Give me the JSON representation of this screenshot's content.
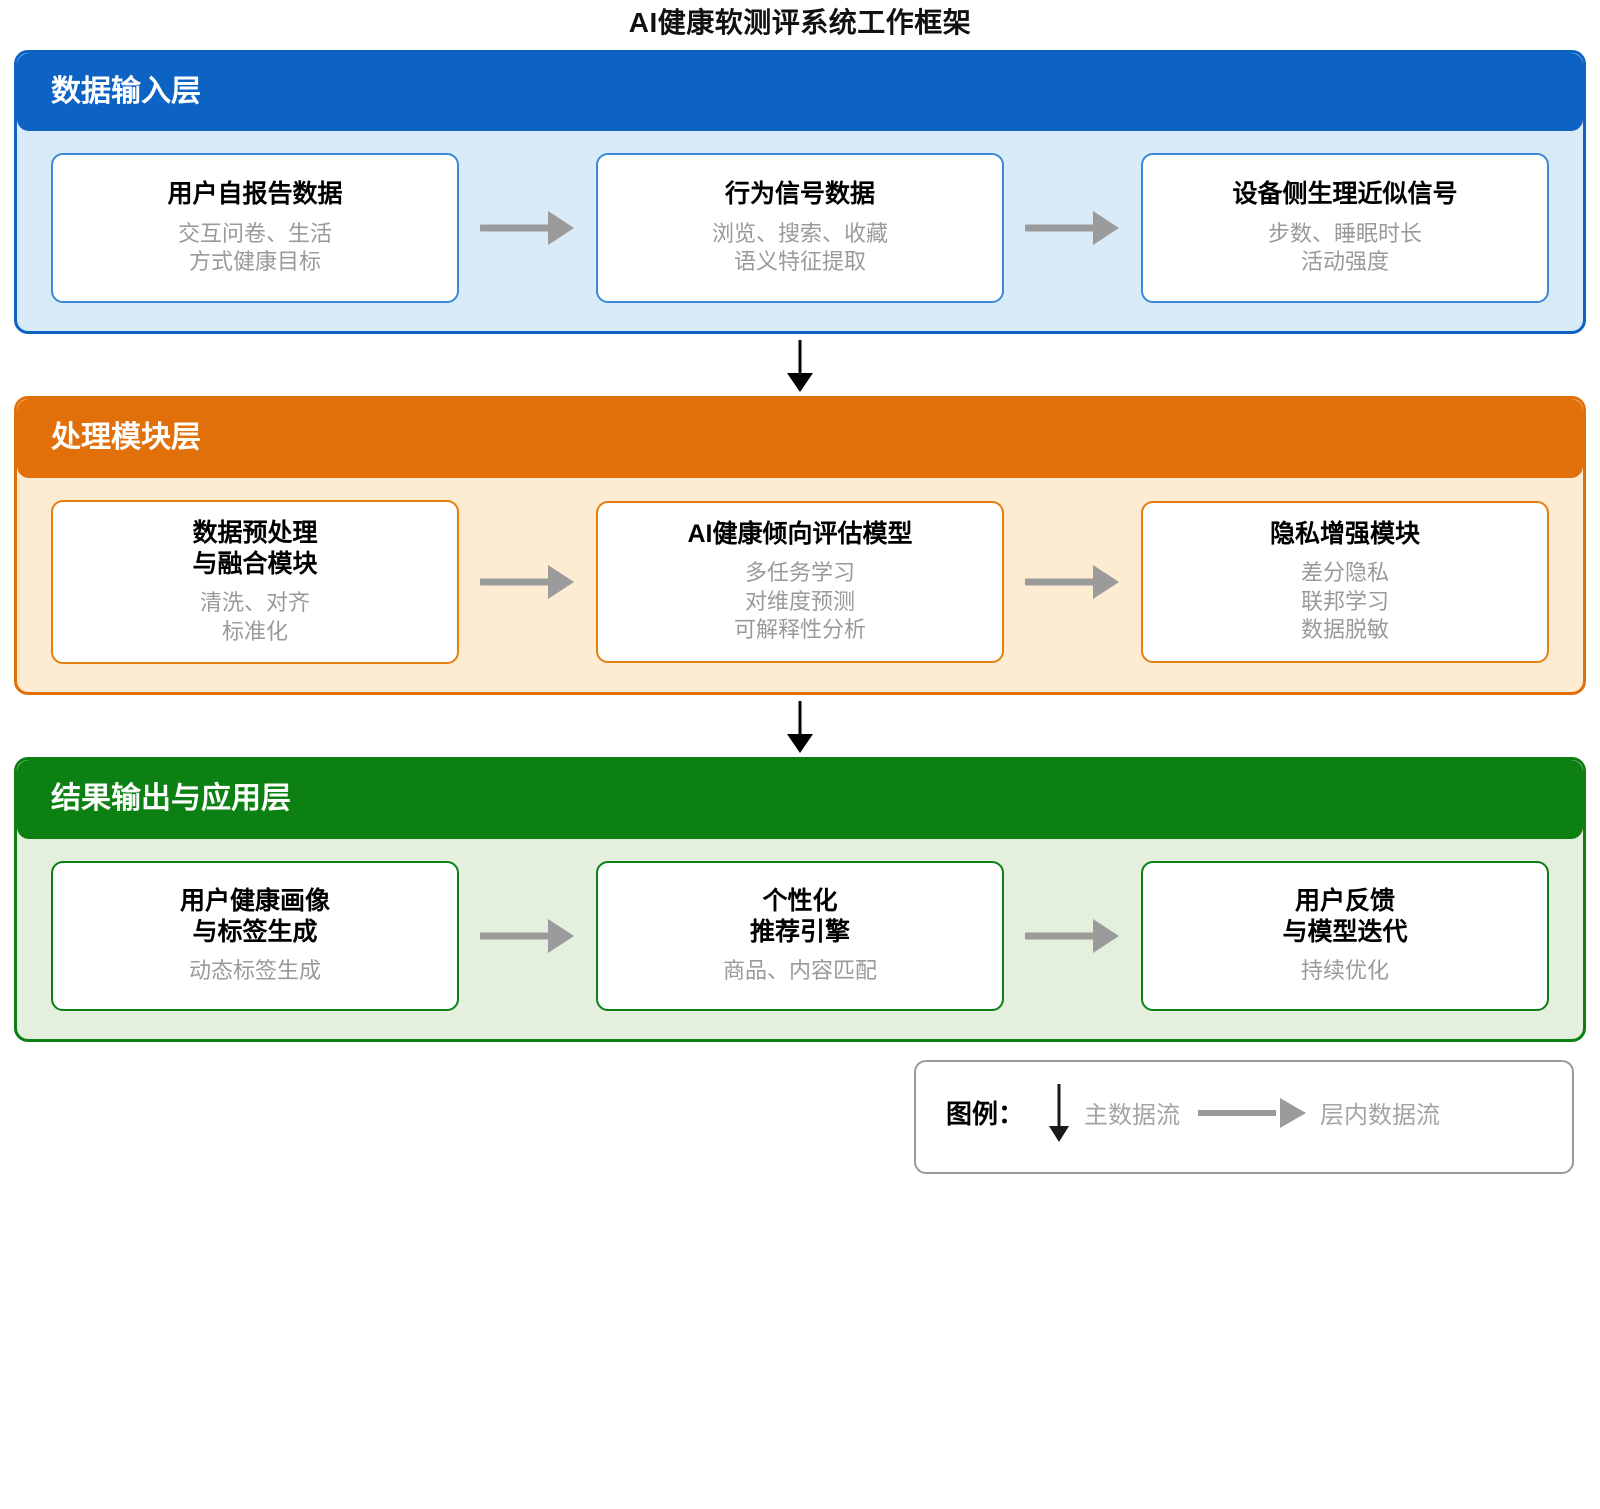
{
  "title": "AI健康软测评系统工作框架",
  "colors": {
    "blue_header": "#0d63c4",
    "blue_body": "#d9eaf8",
    "orange_header": "#e2700a",
    "orange_body": "#fdecd2",
    "green_header": "#0c8012",
    "green_body": "#e4f0dd",
    "arrow_gray": "#9b9b9b",
    "main_arrow": "#000000",
    "sub_text": "#9a9a9a"
  },
  "layers": [
    {
      "id": "data-input",
      "header": "数据输入层",
      "nodes": [
        {
          "title": "用户自报告数据",
          "sub": "交互问卷、生活\n方式健康目标"
        },
        {
          "title": "行为信号数据",
          "sub": "浏览、搜索、收藏\n语义特征提取"
        },
        {
          "title": "设备侧生理近似信号",
          "sub": "步数、睡眠时长\n活动强度"
        }
      ]
    },
    {
      "id": "processing",
      "header": "处理模块层",
      "nodes": [
        {
          "title": "数据预处理\n与融合模块",
          "sub": "清洗、对齐\n标准化"
        },
        {
          "title": "AI健康倾向评估模型",
          "sub": "多任务学习\n对维度预测\n可解释性分析"
        },
        {
          "title": "隐私增强模块",
          "sub": "差分隐私\n联邦学习\n数据脱敏"
        }
      ]
    },
    {
      "id": "output",
      "header": "结果输出与应用层",
      "nodes": [
        {
          "title": "用户健康画像\n与标签生成",
          "sub": "动态标签生成"
        },
        {
          "title": "个性化\n推荐引擎",
          "sub": "商品、内容匹配"
        },
        {
          "title": "用户反馈\n与模型迭代",
          "sub": "持续优化"
        }
      ]
    }
  ],
  "legend": {
    "label": "图例：",
    "main_flow": "主数据流",
    "intra_flow": "层内数据流"
  },
  "icons": {
    "down_arrow": "down-arrow-icon",
    "right_arrow": "right-arrow-icon"
  }
}
